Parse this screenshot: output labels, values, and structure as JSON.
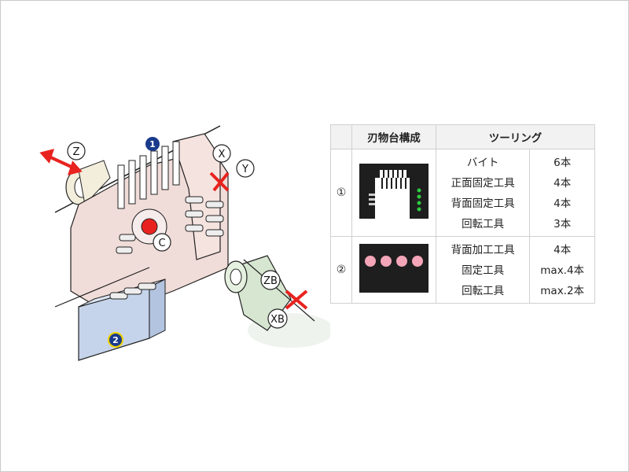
{
  "diagram": {
    "axes": {
      "z": "Z",
      "x": "X",
      "y": "Y",
      "c": "C",
      "zb": "ZB",
      "xb": "XB"
    },
    "badges": {
      "one": "1",
      "two": "2"
    }
  },
  "table": {
    "headers": {
      "index": "",
      "config": "刃物台構成",
      "tooling": "ツーリング"
    },
    "rows": [
      {
        "index": "①",
        "tools": [
          {
            "name": "バイト",
            "count": "6本"
          },
          {
            "name": "正面固定工具",
            "count": "4本"
          },
          {
            "name": "背面固定工具",
            "count": "4本"
          },
          {
            "name": "回転工具",
            "count": "3本"
          }
        ]
      },
      {
        "index": "②",
        "tools": [
          {
            "name": "背面加工工具",
            "count": "4本"
          },
          {
            "name": "固定工具",
            "count": "max.4本"
          },
          {
            "name": "回転工具",
            "count": "max.2本"
          }
        ]
      }
    ]
  },
  "colors": {
    "arrow": "#e8231f",
    "badge": "#1a3b8c",
    "badge2_ring": "#f2d300",
    "pink_block": "#f0c8c6",
    "green_block": "#cfe4c9",
    "blue_block": "#c5d4ea"
  }
}
